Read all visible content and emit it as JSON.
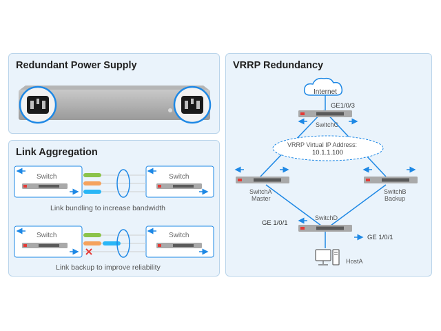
{
  "power_panel": {
    "title": "Redundant Power Supply"
  },
  "link_panel": {
    "title": "Link Aggregation",
    "switch_label": "Switch",
    "caption_bundling": "Link bundling to increase bandwidth",
    "caption_backup": "Link backup to improve reliability"
  },
  "vrrp_panel": {
    "title": "VRRP Redundancy",
    "internet_label": "Internet",
    "switchc": {
      "port": "GE1/0/3",
      "name": "SwitchC"
    },
    "virtual_ip": {
      "line1": "VRRP Virtual IP Address:",
      "line2": "10.1.1.100"
    },
    "switcha": {
      "name": "SwitchA",
      "role": "Master"
    },
    "switchb": {
      "name": "SwitchB",
      "role": "Backup"
    },
    "switchd": {
      "name": "SwitchD",
      "port_left": "GE 1/0/1",
      "port_right": "GE 1/0/1"
    },
    "host": {
      "name": "HostA"
    }
  },
  "colors": {
    "accent": "#1e88e5",
    "panel_bg": "#eaf3fb",
    "panel_border": "#b9d4ea",
    "green": "#8bc34a",
    "orange": "#f5a25d",
    "blue": "#29b6f6",
    "fail": "#e53935"
  }
}
